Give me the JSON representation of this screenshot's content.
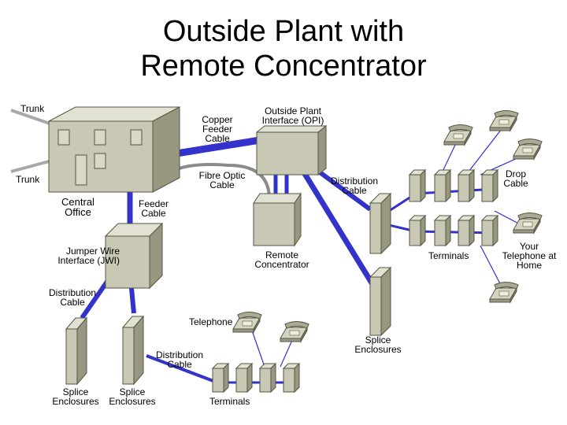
{
  "title": [
    "Outside Plant with",
    "Remote Concentrator"
  ],
  "labels": {
    "trunk_top": "Trunk",
    "trunk_bottom": "Trunk",
    "central_office": [
      "Central",
      "Office"
    ],
    "copper_feeder": [
      "Copper",
      "Feeder",
      "Cable"
    ],
    "opi": [
      "Outside Plant",
      "Interface (OPI)"
    ],
    "fibre_optic": [
      "Fibre Optic",
      "Cable"
    ],
    "feeder_cable": [
      "Feeder",
      "Cable"
    ],
    "distribution_cable_right": [
      "Distribution",
      "Cable"
    ],
    "drop_cable": [
      "Drop",
      "Cable"
    ],
    "jwi": [
      "Jumper Wire",
      "Interface (JWI)"
    ],
    "remote_concentrator": [
      "Remote",
      "Concentrator"
    ],
    "terminals_right": "Terminals",
    "your_telephone": [
      "Your",
      "Telephone at",
      "Home"
    ],
    "distribution_cable_left": [
      "Distribution",
      "Cable"
    ],
    "telephone": "Telephone",
    "splice_enclosures_right": [
      "Splice",
      "Enclosures"
    ],
    "distribution_cable_bottom": [
      "Distribution",
      "Cable"
    ],
    "splice_enclosures_1": [
      "Splice",
      "Enclosures"
    ],
    "splice_enclosures_2": [
      "Splice",
      "Enclosures"
    ],
    "terminals_bottom": "Terminals"
  },
  "colors": {
    "cable": "#3333cc",
    "box_front": "#c8c8b4",
    "box_top": "#e2e2d2",
    "box_side": "#989880",
    "outline": "#555544",
    "trunk": "#a8a8a8"
  }
}
